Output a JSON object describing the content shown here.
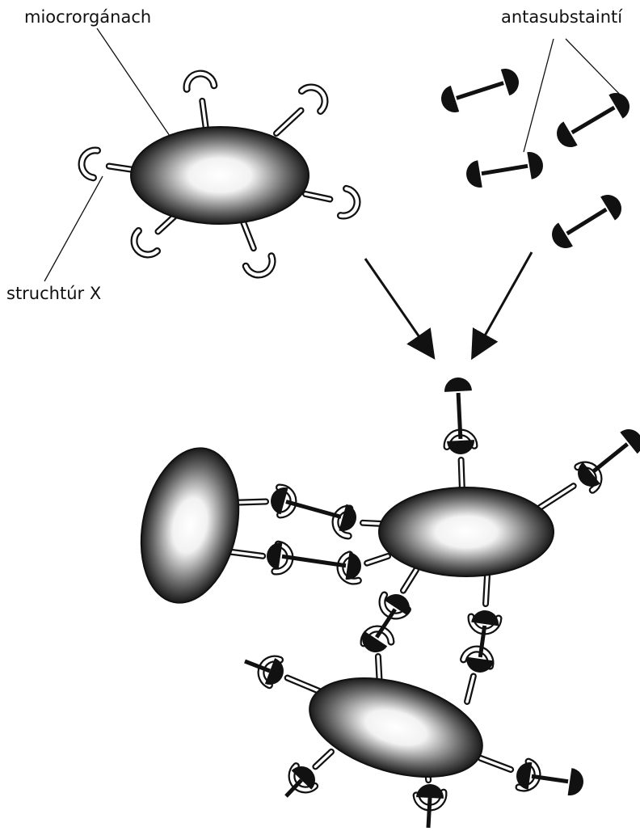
{
  "labels": {
    "cell_label": "miocrorgánach",
    "antibody_label": "antasubstaintí",
    "structure_label": "struchtúr X"
  },
  "colors": {
    "ink": "#111111",
    "cell_dark": "#1a1a1a",
    "cell_light": "#ffffff"
  }
}
